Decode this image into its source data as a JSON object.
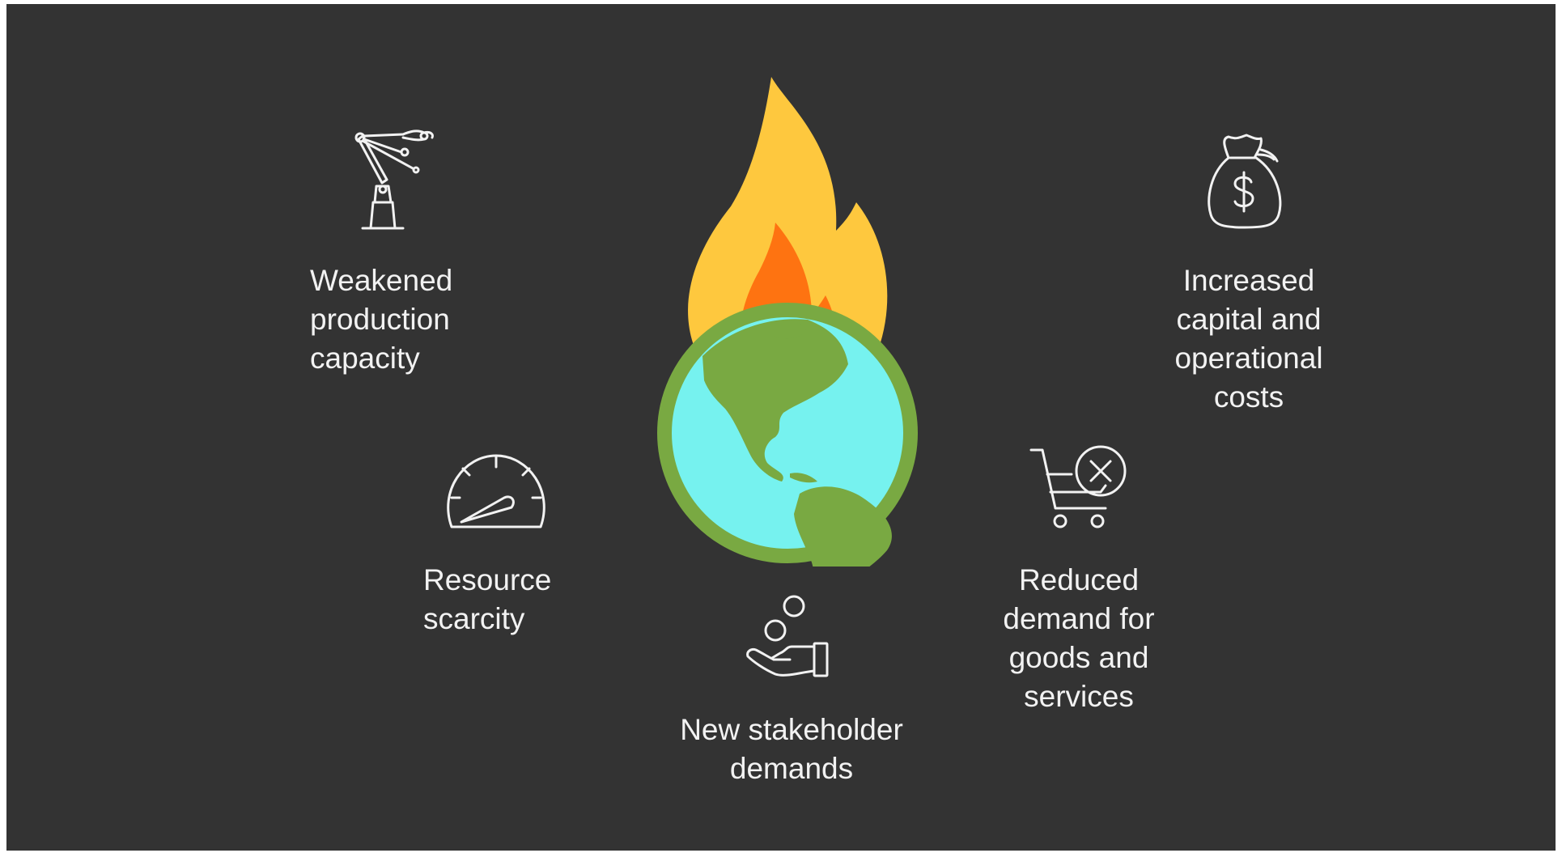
{
  "diagram": {
    "center_graphic": "earth-on-fire",
    "items": [
      {
        "id": "weakened-production",
        "icon": "robotic-arm-icon",
        "lines": [
          "Weakened",
          "production",
          "capacity"
        ]
      },
      {
        "id": "increased-costs",
        "icon": "money-bag-icon",
        "lines": [
          "Increased",
          "capital and",
          "operational",
          "costs"
        ]
      },
      {
        "id": "resource-scarcity",
        "icon": "gauge-icon",
        "lines": [
          "Resource",
          "scarcity"
        ]
      },
      {
        "id": "reduced-demand",
        "icon": "cart-cancel-icon",
        "lines": [
          "Reduced",
          "demand for",
          "goods and",
          "services"
        ]
      },
      {
        "id": "stakeholder-demands",
        "icon": "hand-coins-icon",
        "lines": [
          "New stakeholder",
          "demands"
        ]
      }
    ]
  },
  "colors": {
    "background": "#333333",
    "text": "#f2f2f2",
    "icon_stroke": "#f2f2f2",
    "flame_outer": "#fec83e",
    "flame_inner": "#fe7311",
    "ocean": "#76f2ef",
    "land": "#79a942"
  }
}
